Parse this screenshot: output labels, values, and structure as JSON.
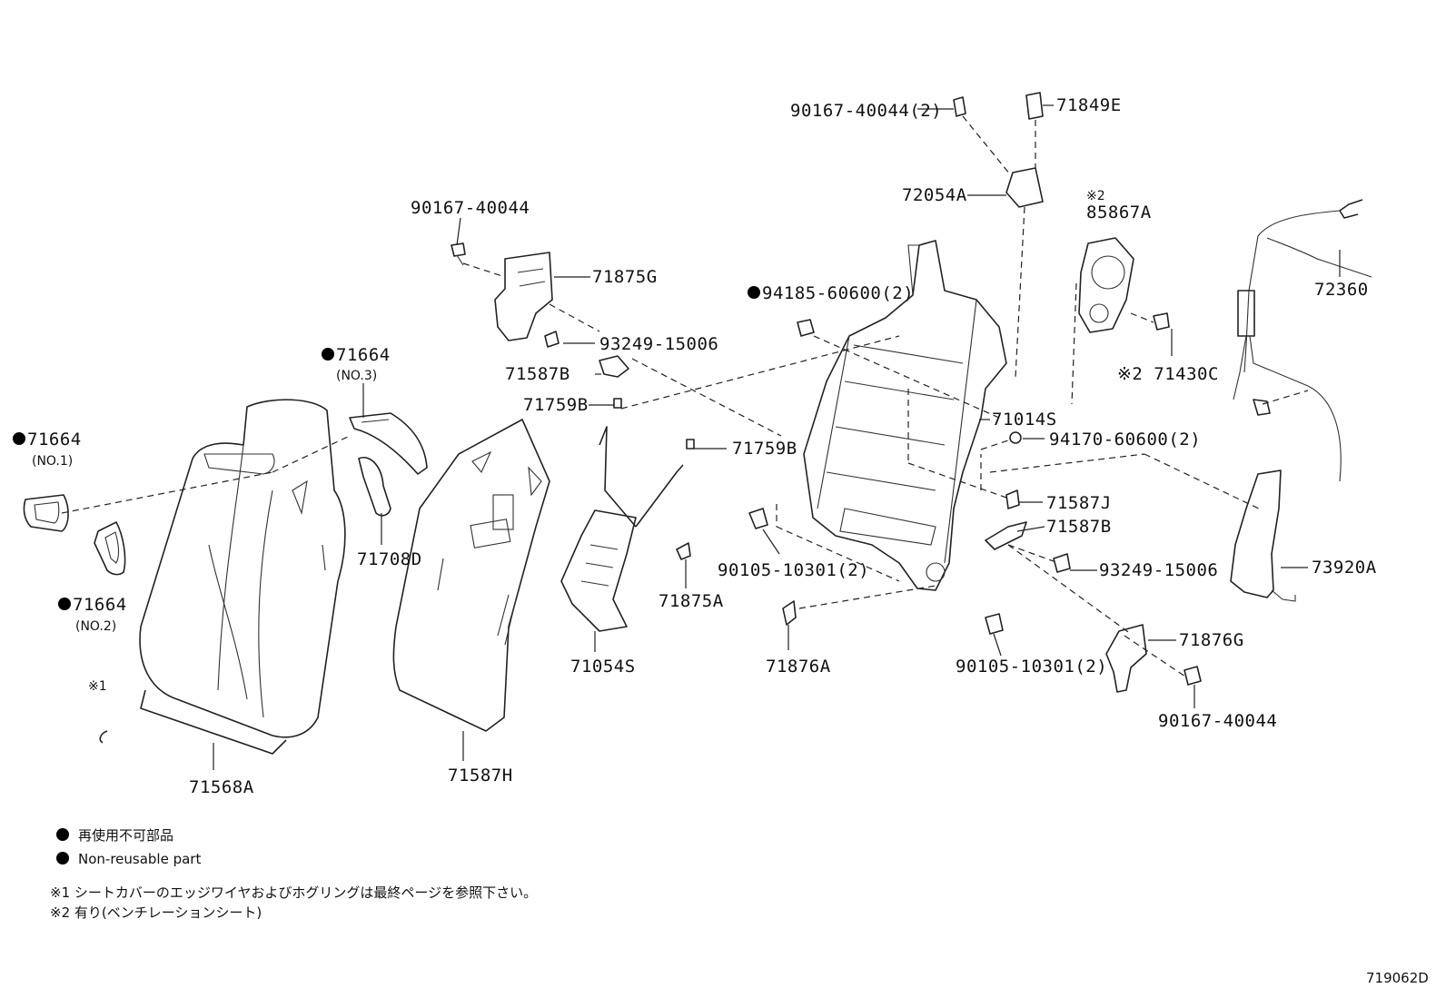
{
  "labels": {
    "p90167_40044_2": "90167-40044(2)",
    "p71849E": "71849E",
    "p72054A": "72054A",
    "mark2_a": "※2",
    "p85867A": "85867A",
    "p72360": "72360",
    "p90167_40044_top": "90167-40044",
    "p71875G": "71875G",
    "p94185_60600_2": "94185-60600(2)",
    "p93249_15006_a": "93249-15006",
    "p71587B_a": "71587B",
    "p71430C": "※2 71430C",
    "p71664_no3": "71664",
    "no3": "(NO.3)",
    "p71759B_a": "71759B",
    "p71014S": "71014S",
    "p71664_no1": "71664",
    "no1": "(NO.1)",
    "p71759B_b": "71759B",
    "p94170_60600_2": "94170-60600(2)",
    "p71587J": "71587J",
    "p71587B_b": "71587B",
    "p71708D": "71708D",
    "p90105_10301_a": "90105-10301(2)",
    "p93249_15006_b": "93249-15006",
    "p73920A": "73920A",
    "p71664_no2": "71664",
    "no2": "(NO.2)",
    "p71875A": "71875A",
    "p71054S": "71054S",
    "p71876A": "71876A",
    "p90105_10301_b": "90105-10301(2)",
    "p71876G": "71876G",
    "mark1": "※1",
    "p90167_40044_bottom": "90167-40044",
    "p71568A": "71568A",
    "p71587H": "71587H"
  },
  "legend": {
    "jp": "再使用不可部品",
    "en": "Non-reusable part"
  },
  "notes": {
    "note1": "※1 シートカバーのエッジワイヤおよびホグリングは最終ページを参照下さい。",
    "note2": "※2 有り(ベンチレーションシート)"
  },
  "diagram_id": "719062D"
}
